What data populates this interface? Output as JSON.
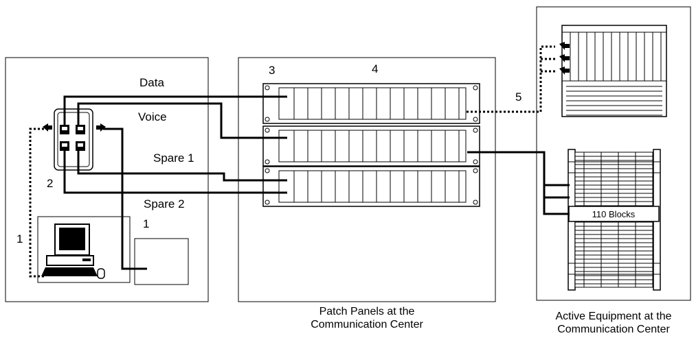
{
  "labels": {
    "data": "Data",
    "voice": "Voice",
    "spare1": "Spare 1",
    "spare2": "Spare 2",
    "num_1_left": "1",
    "num_1_phone": "1",
    "num_2": "2",
    "num_3": "3",
    "num_4": "4",
    "num_5": "5",
    "blocks": "110 Blocks"
  },
  "captions": {
    "patch_line1": "Patch Panels at the",
    "patch_line2": "Communication Center",
    "active_line1": "Active Equipment at the",
    "active_line2": "Communication Center"
  }
}
